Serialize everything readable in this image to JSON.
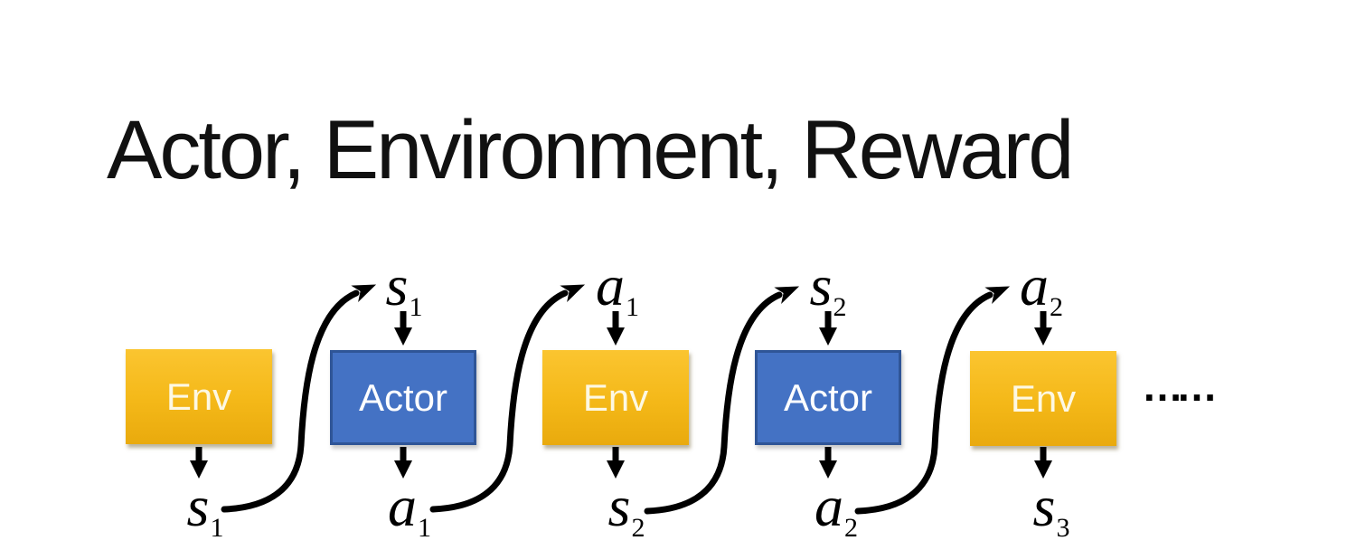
{
  "slide": {
    "title": "Actor, Environment, Reward",
    "ellipsis": "……"
  },
  "diagram": {
    "boxes": [
      {
        "id": "env-1",
        "label": "Env",
        "type": "env"
      },
      {
        "id": "actor-1",
        "label": "Actor",
        "type": "actor"
      },
      {
        "id": "env-2",
        "label": "Env",
        "type": "env"
      },
      {
        "id": "actor-2",
        "label": "Actor",
        "type": "actor"
      },
      {
        "id": "env-3",
        "label": "Env",
        "type": "env"
      }
    ],
    "top_labels": [
      {
        "base": "s",
        "sub": "1",
        "feeds": "actor-1"
      },
      {
        "base": "a",
        "sub": "1",
        "feeds": "env-2"
      },
      {
        "base": "s",
        "sub": "2",
        "feeds": "actor-2"
      },
      {
        "base": "a",
        "sub": "2",
        "feeds": "env-3"
      }
    ],
    "bottom_labels": [
      {
        "base": "s",
        "sub": "1",
        "from": "env-1"
      },
      {
        "base": "a",
        "sub": "1",
        "from": "actor-1"
      },
      {
        "base": "s",
        "sub": "2",
        "from": "env-2"
      },
      {
        "base": "a",
        "sub": "2",
        "from": "actor-2"
      },
      {
        "base": "s",
        "sub": "3",
        "from": "env-3"
      }
    ]
  },
  "colors": {
    "env_top": "#FBC530",
    "env_mid": "#F4B818",
    "env_bottom": "#E9AA0D",
    "env_text": "#FDF8E3",
    "actor_fill": "#4472C4",
    "actor_border": "#2F5597",
    "actor_text": "#FFFFFF",
    "arrow": "#000000",
    "title": "#111111"
  }
}
